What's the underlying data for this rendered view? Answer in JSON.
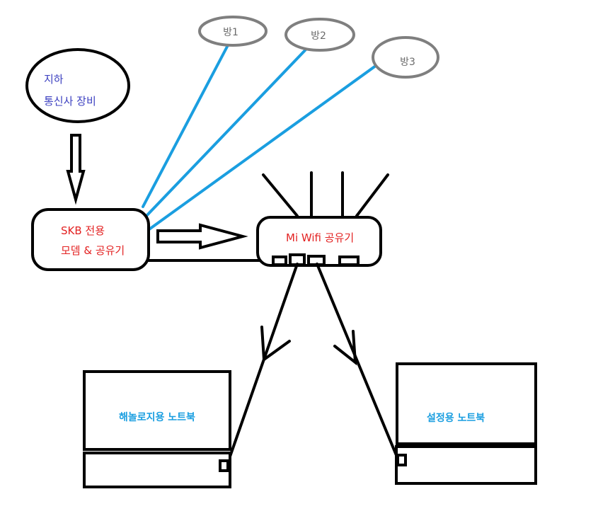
{
  "underground_equipment": {
    "line1": "지하",
    "line2": "통신사 장비"
  },
  "skb_router": {
    "line1": "SKB 전용",
    "line2": "모뎀 & 공유기"
  },
  "mi_router": {
    "label": "Mi Wifi 공유기"
  },
  "rooms": [
    {
      "label": "방1"
    },
    {
      "label": "방2"
    },
    {
      "label": "방3"
    }
  ],
  "laptops": [
    {
      "label": "해놀로지용 노트북"
    },
    {
      "label": "설정용 노트북"
    }
  ],
  "colors": {
    "black": "#000000",
    "wireless_link": "#1a9ee0",
    "room_outline": "#7f7f7f",
    "text_blue": "#3b3fc0",
    "text_red": "#e32222",
    "text_gray": "#6b6b6b",
    "text_cyan": "#1a9ee0"
  }
}
